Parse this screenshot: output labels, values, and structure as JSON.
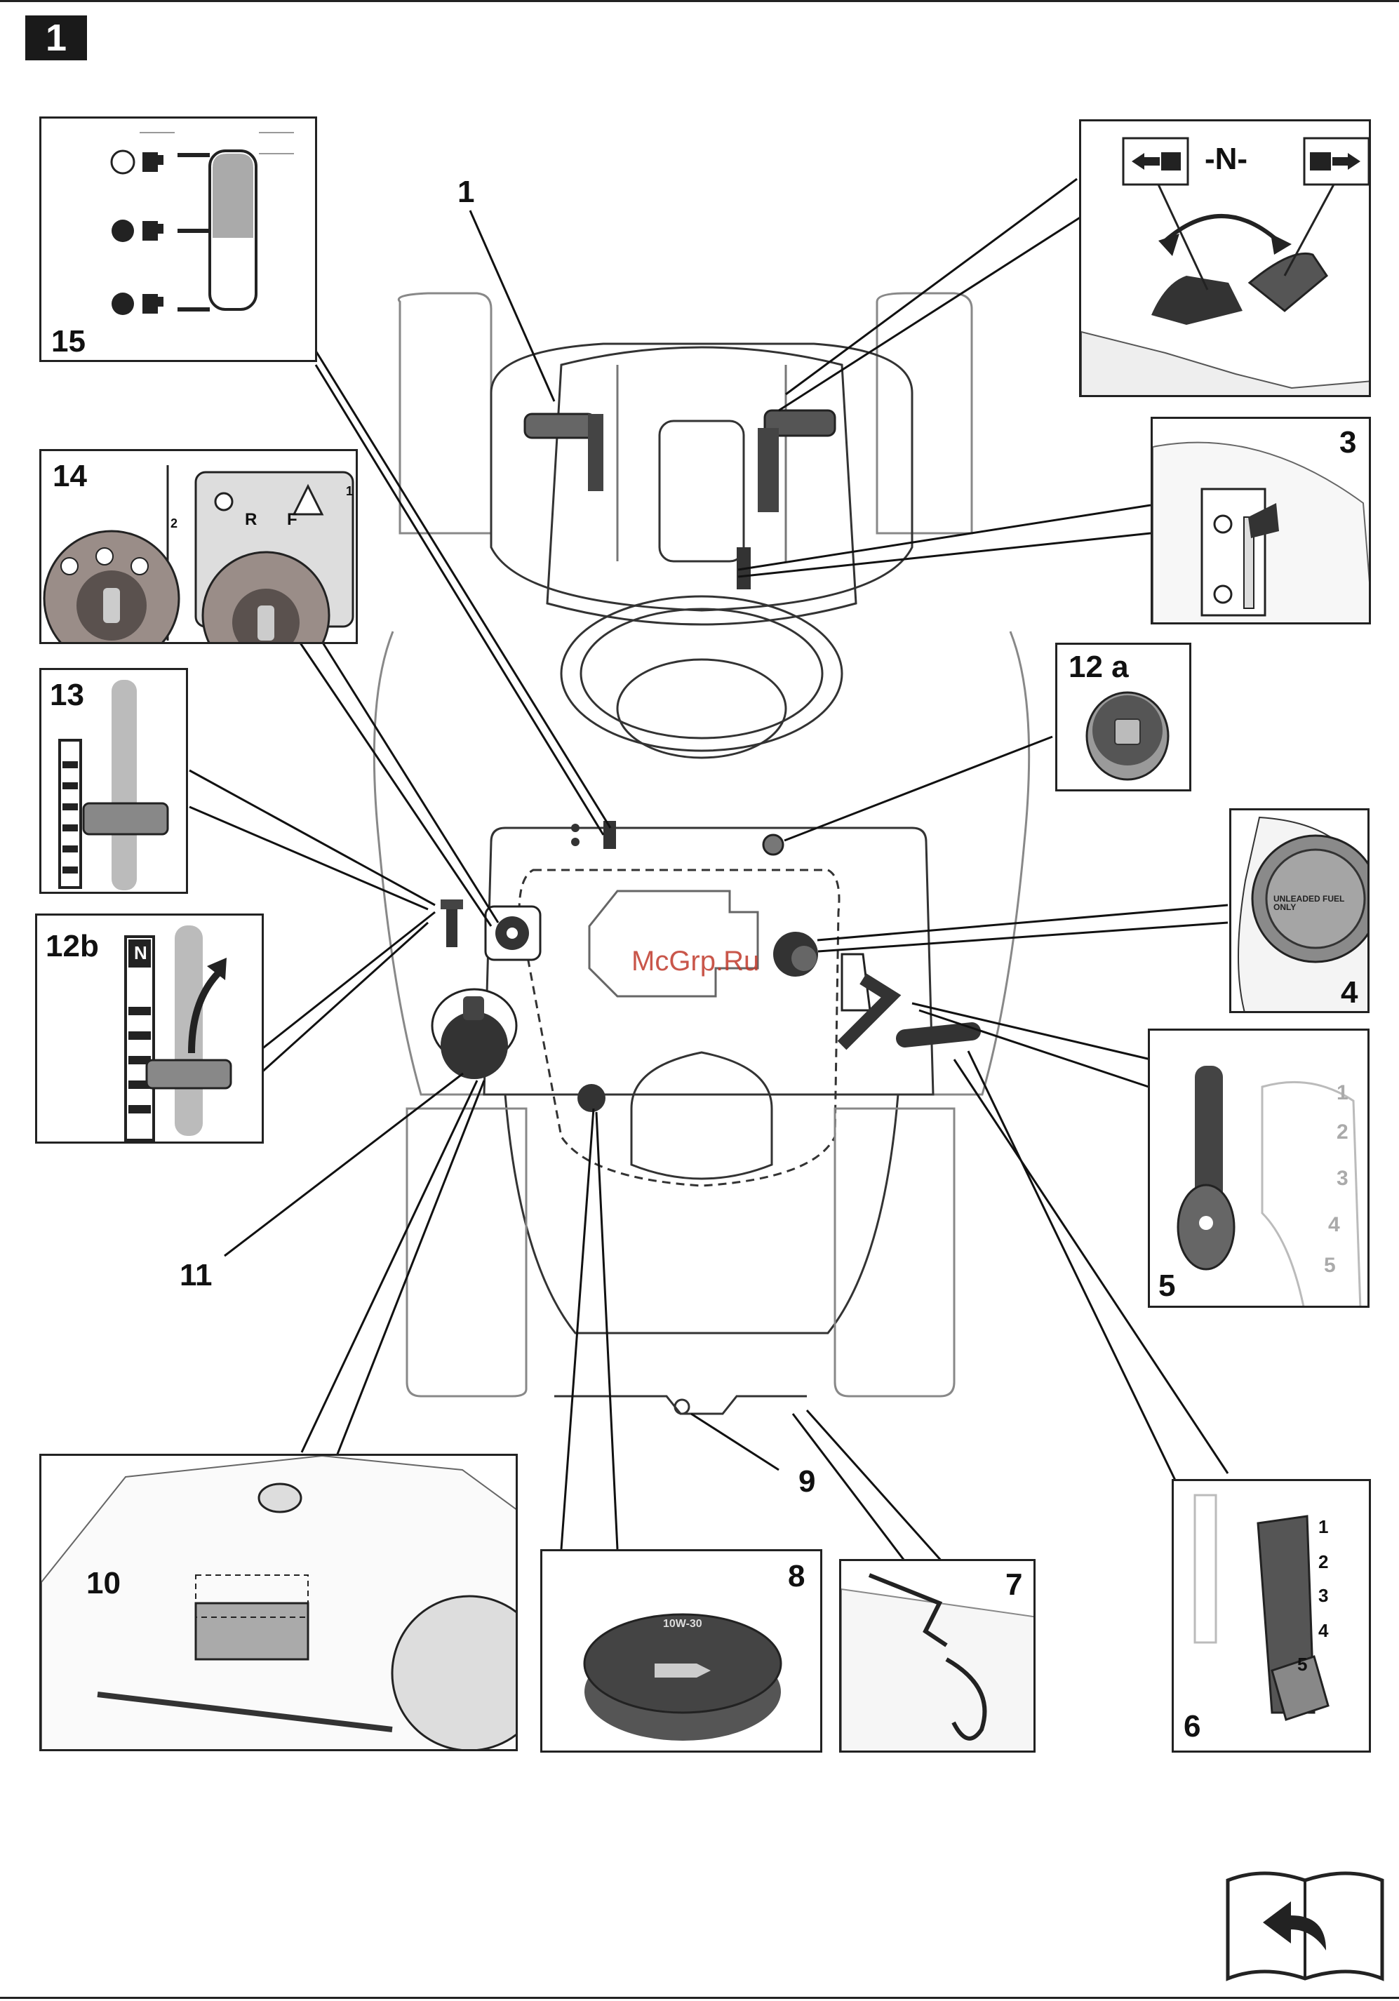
{
  "figure": {
    "number": "1"
  },
  "watermark": "McGrp.Ru",
  "callouts": {
    "c1": "1",
    "c9": "9",
    "c11": "11"
  },
  "panels": {
    "p15": {
      "number": "15"
    },
    "p14": {
      "number": "14",
      "label_1": "1",
      "label_2": "2",
      "label_R": "R",
      "label_F": "F"
    },
    "p13": {
      "number": "13"
    },
    "p12b": {
      "number": "12b",
      "label_N": "N"
    },
    "p2": {
      "label_N": "-N-"
    },
    "p3": {
      "number": "3"
    },
    "p12a": {
      "number": "12 a"
    },
    "p4": {
      "number": "4",
      "cap_text": "UNLEADED FUEL ONLY"
    },
    "p5": {
      "number": "5",
      "positions": [
        "1",
        "2",
        "3",
        "4",
        "5"
      ]
    },
    "p6": {
      "number": "6",
      "positions": [
        "1",
        "2",
        "3",
        "4",
        "5"
      ]
    },
    "p7": {
      "number": "7"
    },
    "p8": {
      "number": "8",
      "cap_text": "10W-30"
    },
    "p10": {
      "number": "10"
    }
  },
  "icons": {
    "book": "open-book-return-icon"
  }
}
